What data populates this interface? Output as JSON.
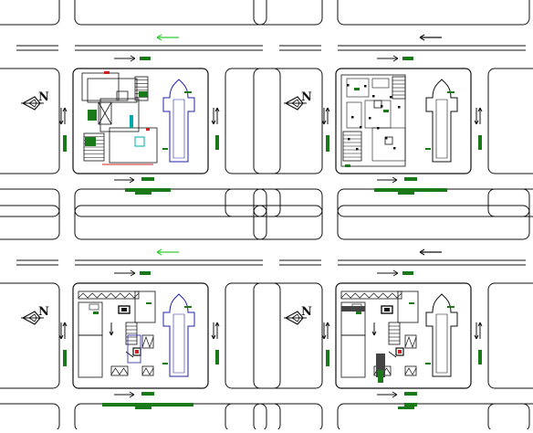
{
  "drawing": {
    "compass_label": "N",
    "colors": {
      "line": "#111111",
      "green": "#1a7a1a",
      "arrow_green": "#33cc33",
      "blue": "#2222aa",
      "cyan": "#00aaaa",
      "red": "#cc2222"
    },
    "panels": [
      {
        "id": "panel-top-left",
        "variant": "site-overview",
        "main_arrow": "green",
        "bottom_bar": "medium"
      },
      {
        "id": "panel-top-right",
        "variant": "detailed-floor",
        "main_arrow": "black",
        "bottom_bar": "long"
      },
      {
        "id": "panel-bottom-left",
        "variant": "furniture-layout",
        "main_arrow": "green",
        "bottom_bar": "extra-long"
      },
      {
        "id": "panel-bottom-right",
        "variant": "furniture-layout-alt",
        "main_arrow": "black",
        "bottom_bar": "small"
      }
    ]
  }
}
